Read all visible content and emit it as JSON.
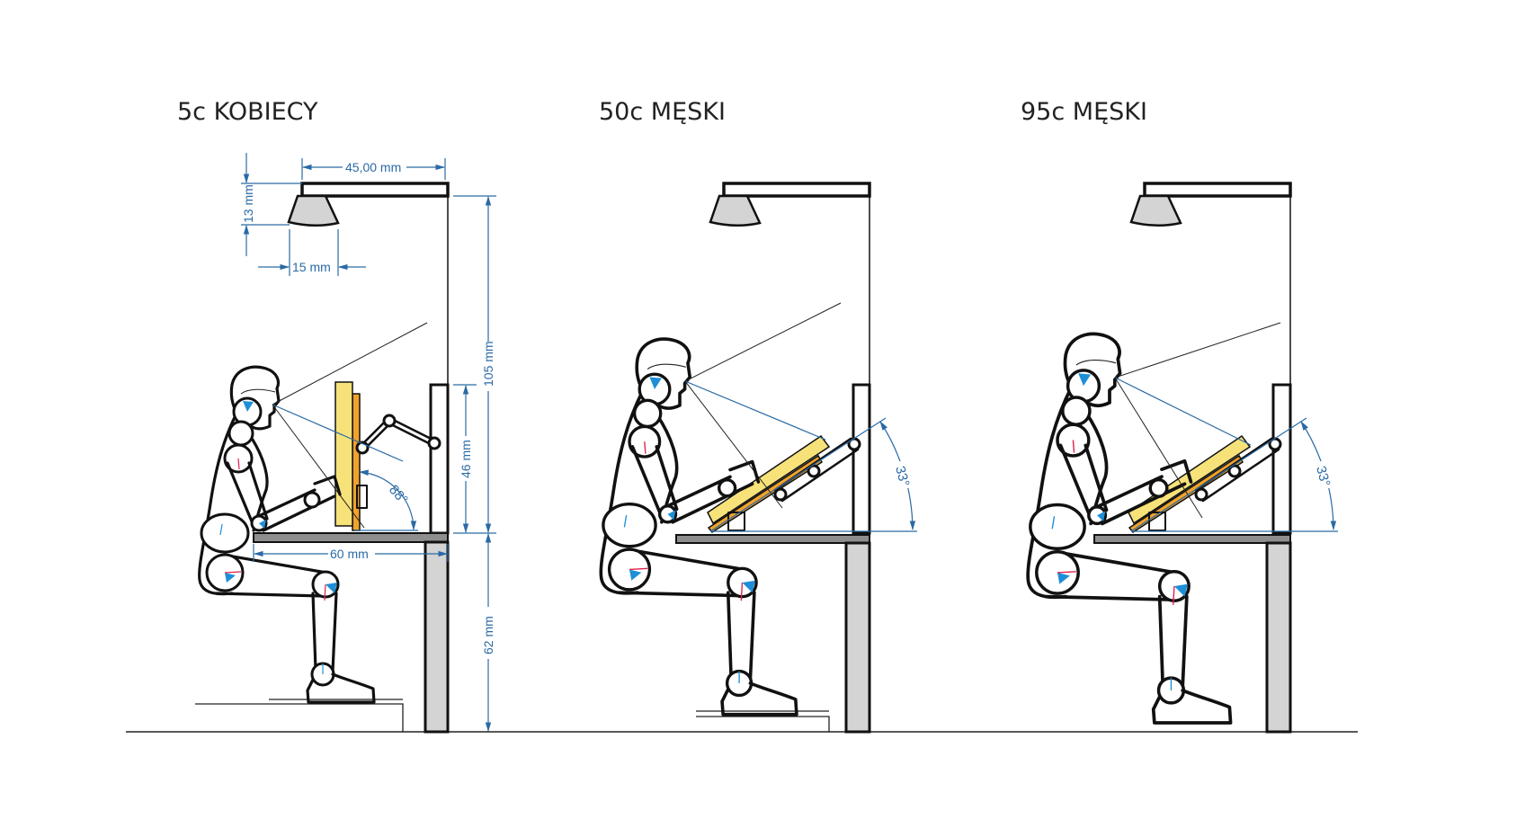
{
  "panels": [
    {
      "title": "5c KOBIECY",
      "angle_label": "88°"
    },
    {
      "title": "50c MĘSKI",
      "angle_label": "33°"
    },
    {
      "title": "95c MĘSKI",
      "angle_label": "33°"
    }
  ],
  "dimensions": {
    "lamp_width": "45,00 mm",
    "lamp_height": "13 mm",
    "lamp_offset": "15 mm",
    "lamp_to_desk": "105 mm",
    "panel_height": "46 mm",
    "desk_height": "62 mm",
    "desk_depth": "60 mm"
  },
  "colors": {
    "dimension": "#2a6aa5",
    "board_yellow": "#f7e27a",
    "board_orange": "#f0a22a",
    "desk_gray": "#d4d4d4",
    "joint_blue": "#1e8fd6",
    "joint_red": "#e0204a"
  }
}
